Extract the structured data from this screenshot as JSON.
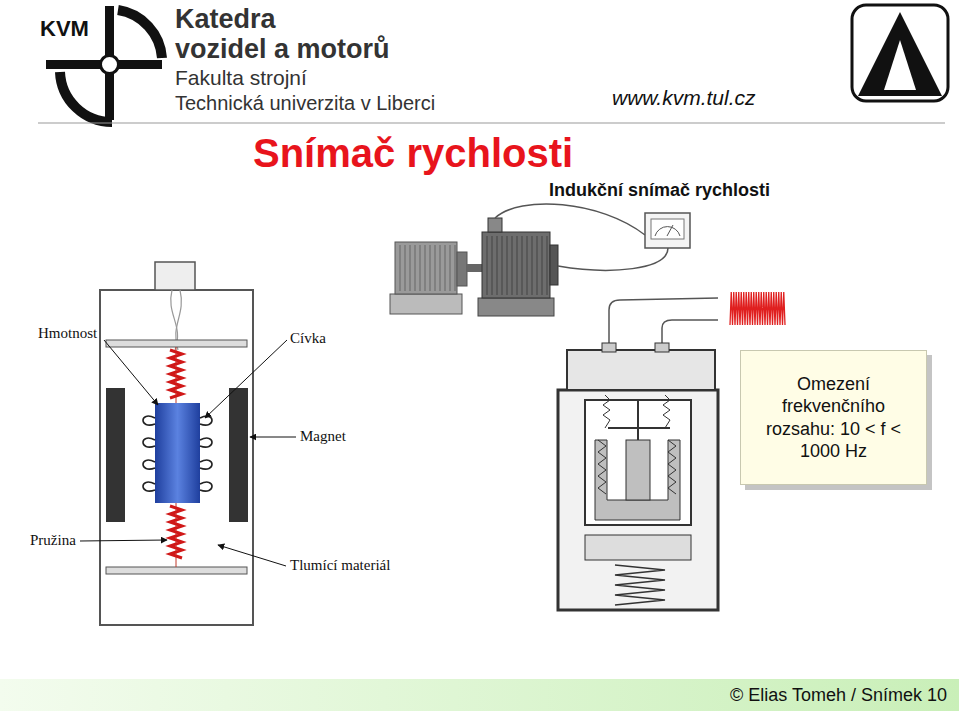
{
  "diagram": {
    "title": "Snímač rychlosti",
    "nodes": [
      {
        "text": [
          "Omezení frekvenčního rozsahu: 10 < f < 1000 Hz"
        ]
      },
      {
        "text": [
          "© Elias Tomeh / Snímek 10"
        ]
      }
    ],
    "labels": [
      "KVM",
      "Katedra",
      "vozidel a motorů",
      "Fakulta strojní",
      "Technická univerzita v Liberci",
      "www.kvm.tul.cz",
      "Indukční snímač rychlosti",
      "Hmotnost",
      "Cívka",
      "Magnet",
      "Pružina",
      "Tlumící materiál"
    ]
  }
}
